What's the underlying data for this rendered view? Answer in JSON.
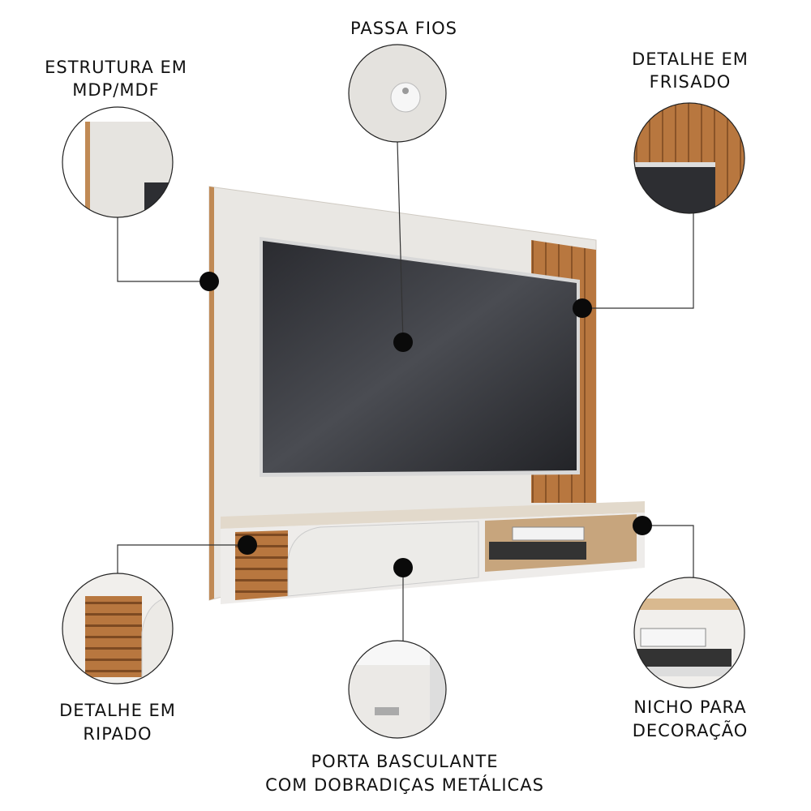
{
  "callouts": {
    "structure": {
      "line1": "ESTRUTURA EM",
      "line2": "MDP/MDF"
    },
    "cable_pass": {
      "line1": "PASSA FIOS"
    },
    "fluted": {
      "line1": "DETALHE EM",
      "line2": "FRISADO"
    },
    "slatted": {
      "line1": "DETALHE EM",
      "line2": "RIPADO"
    },
    "flap_door": {
      "line1": "PORTA BASCULANTE",
      "line2": "COM DOBRADIÇAS METÁLICAS"
    },
    "niche": {
      "line1": "NICHO PARA",
      "line2": "DECORAÇÃO"
    }
  },
  "colors": {
    "panel_white": "#e9e7e3",
    "wood": "#b5733d",
    "tv_screen": "#2c2d31",
    "marker": "#0a0a0a"
  }
}
